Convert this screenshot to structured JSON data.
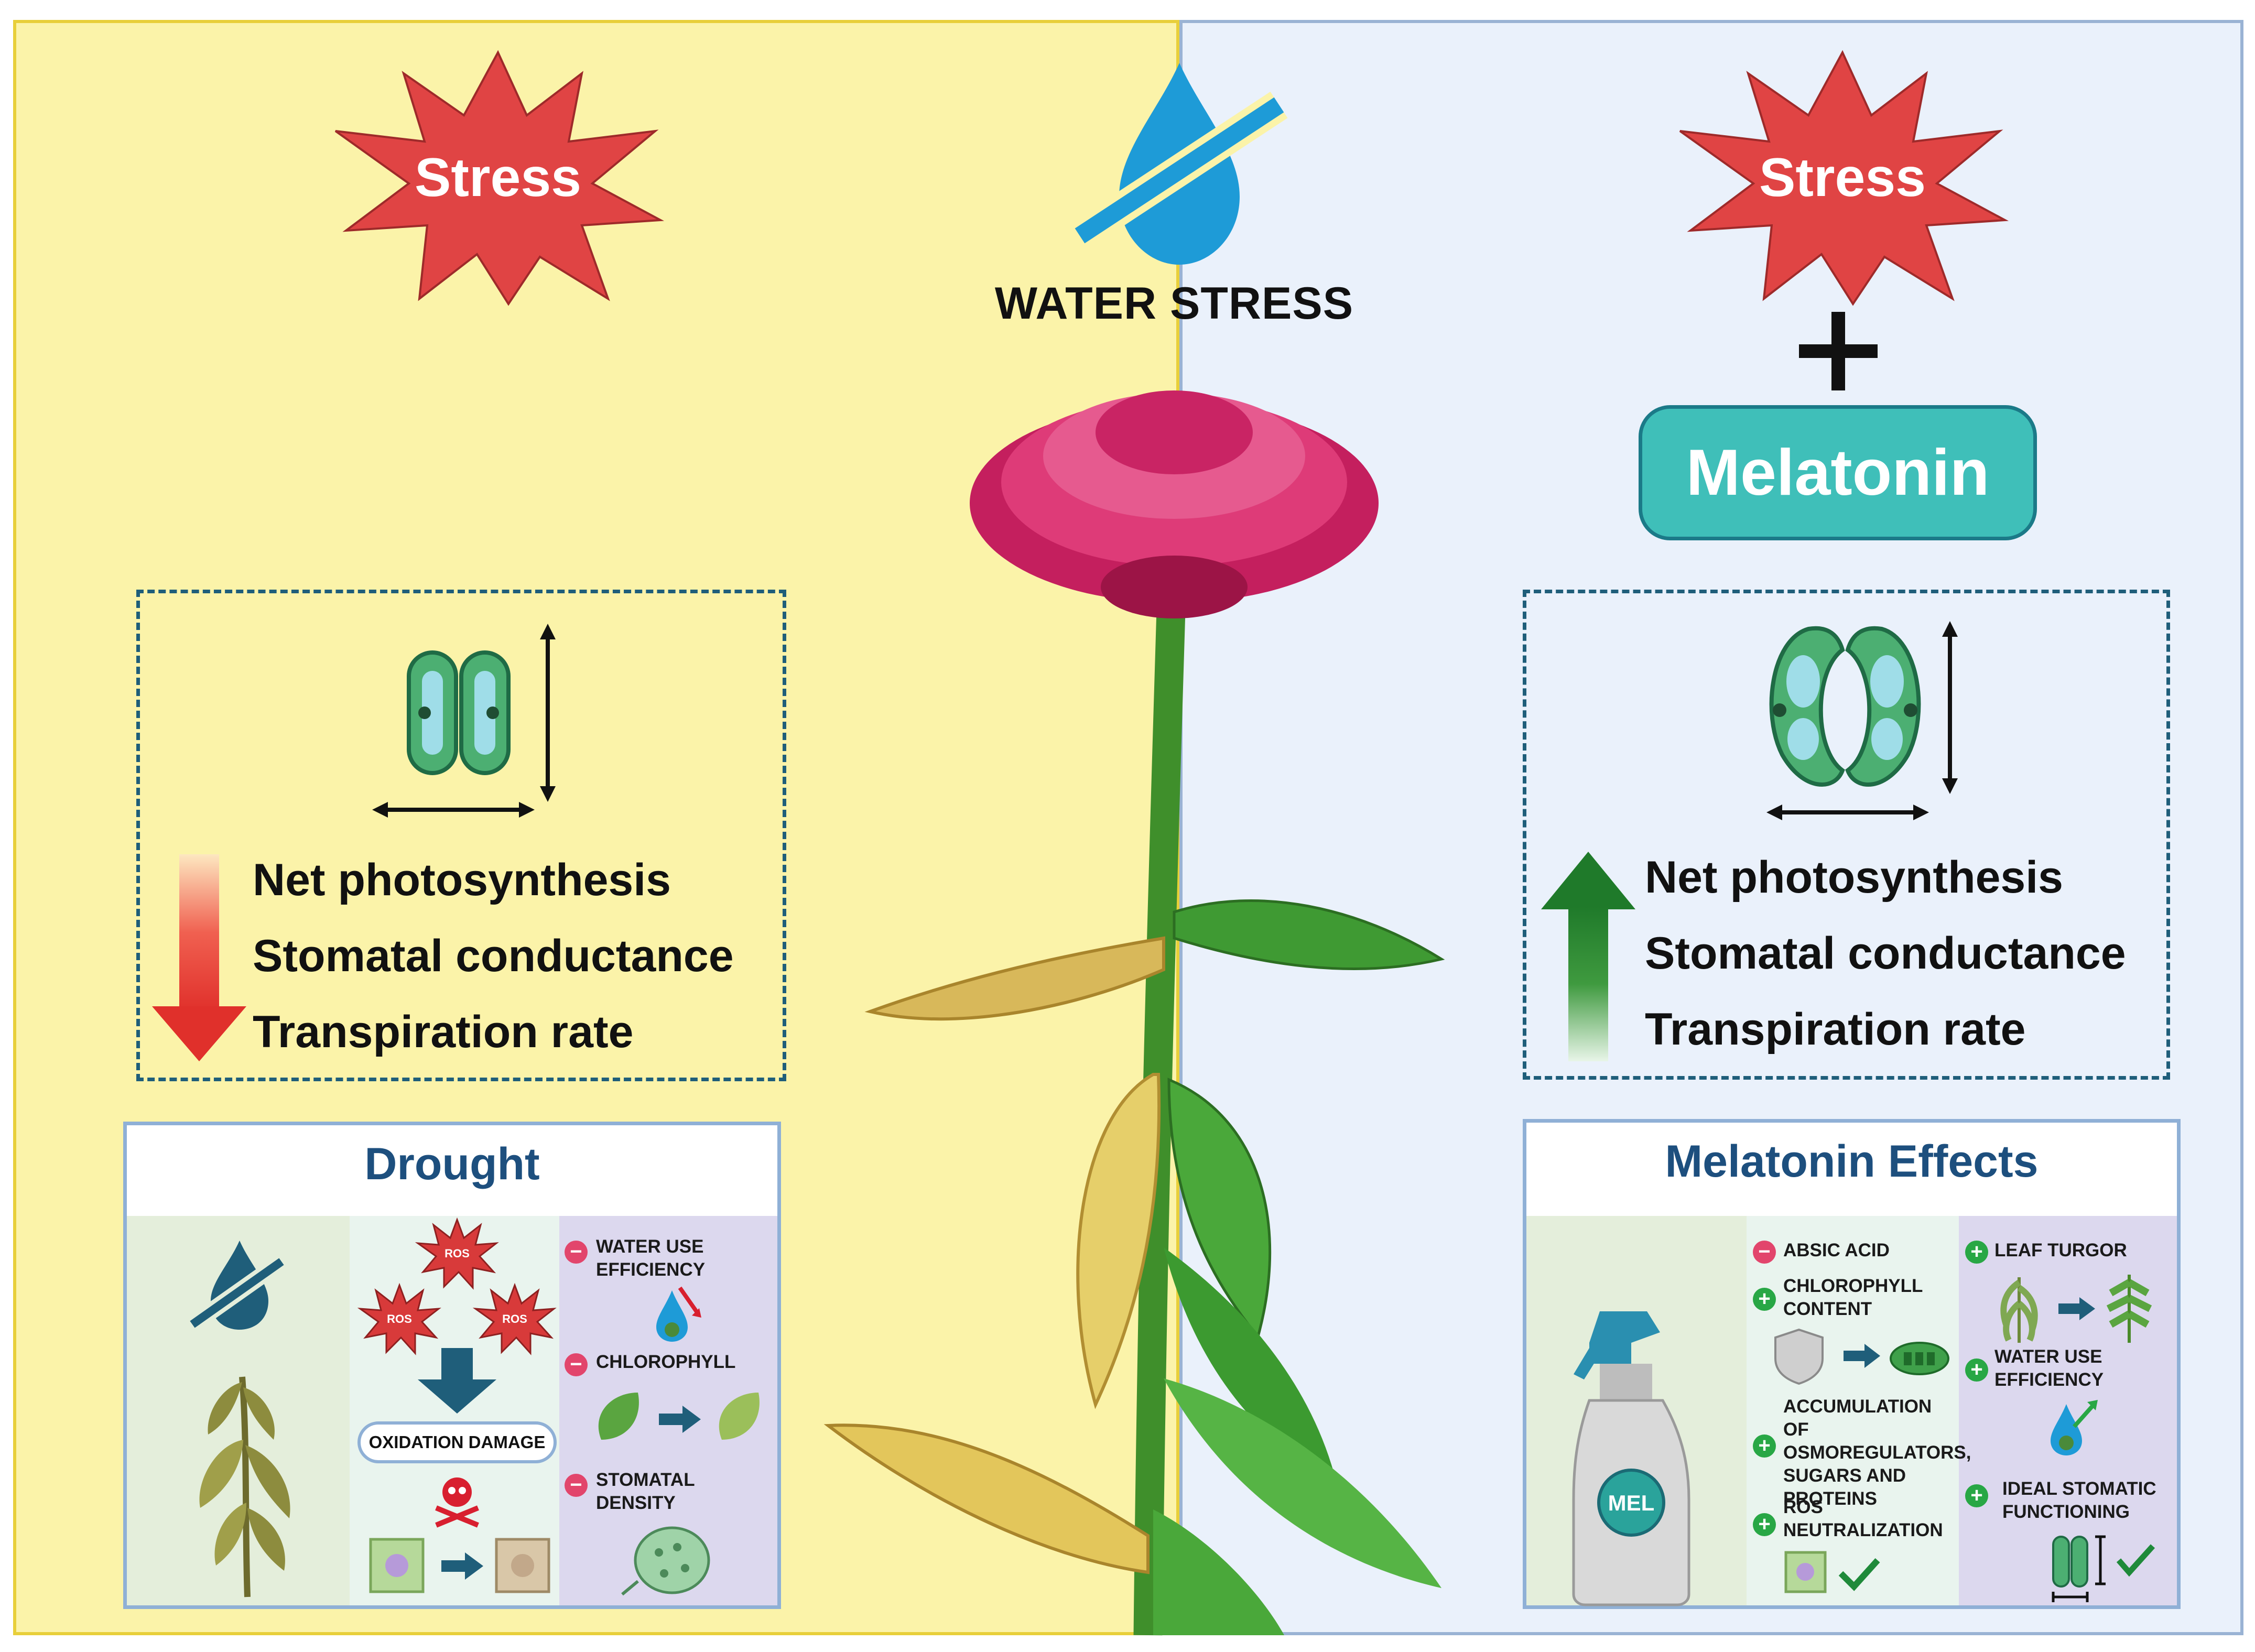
{
  "left": {
    "stress_label": "Stress",
    "metrics": [
      "Net photosynthesis",
      "Stomatal conductance",
      "Transpiration rate"
    ],
    "trend": "decrease",
    "card": {
      "title": "Drought",
      "oxidation_label": "OXIDATION DAMAGE",
      "ros_label": "ROS",
      "effects": [
        "WATER USE EFFICIENCY",
        "CHLOROPHYLL",
        "STOMATAL DENSITY"
      ]
    }
  },
  "center": {
    "title": "WATER STRESS"
  },
  "right": {
    "stress_label": "Stress",
    "melatonin_label": "Melatonin",
    "metrics": [
      "Net photosynthesis",
      "Stomatal conductance",
      "Transpiration rate"
    ],
    "trend": "increase",
    "card": {
      "title": "Melatonin Effects",
      "bottle_label": "MEL",
      "effects_col1": [
        "ABSIC ACID",
        "CHLOROPHYLL CONTENT",
        "ACCUMULATION OF OSMOREGULATORS, SUGARS AND PROTEINS",
        "ROS NEUTRALIZATION"
      ],
      "effects_col2": [
        "LEAF TURGOR",
        "WATER USE EFFICIENCY",
        "IDEAL STOMATIC FUNCTIONING"
      ]
    }
  },
  "colors": {
    "left_bg": "#fbf3a9",
    "right_bg": "#eaf1fb",
    "stress_star": "#e04444",
    "melatonin": "#3fbfb9",
    "water_drop": "#1e9bd7",
    "down_arrow": "#e0302b",
    "up_arrow": "#1f7a2a",
    "card_title": "#1d4f7e"
  }
}
